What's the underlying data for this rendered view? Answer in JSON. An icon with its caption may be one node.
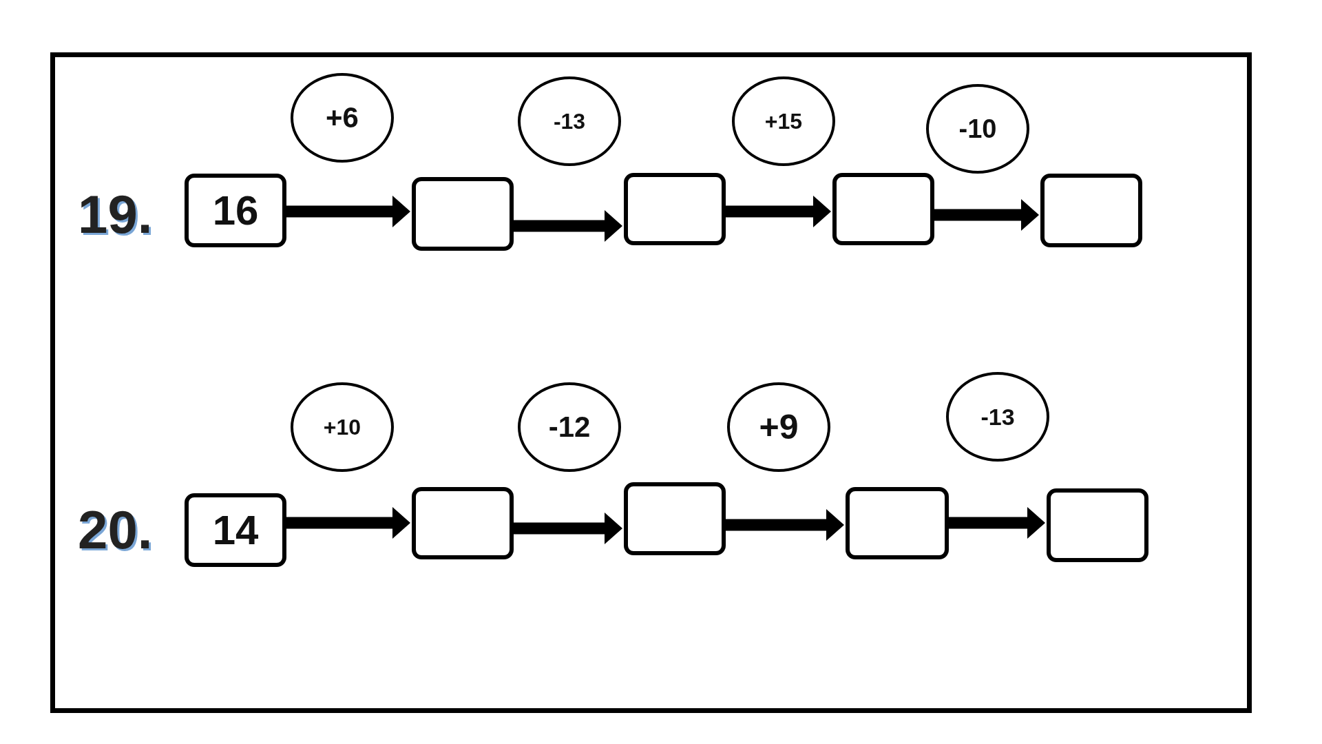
{
  "diagram": {
    "nodes": [
      {
        "text": [
          "16"
        ]
      },
      {
        "text": [
          "+6"
        ]
      },
      {
        "text": [],
        "shape": "box"
      },
      {
        "text": [
          "-13"
        ]
      },
      {
        "text": [],
        "shape": "box"
      },
      {
        "text": [
          "+15"
        ]
      },
      {
        "text": [],
        "shape": "box"
      },
      {
        "text": [
          "-10"
        ]
      },
      {
        "text": [],
        "shape": "box"
      },
      {
        "text": [
          "14"
        ]
      },
      {
        "text": [
          "+10"
        ]
      },
      {
        "text": [],
        "shape": "box"
      },
      {
        "text": [
          "-12"
        ]
      },
      {
        "text": [],
        "shape": "box"
      },
      {
        "text": [
          "+9"
        ]
      },
      {
        "text": [],
        "shape": "box"
      },
      {
        "text": [
          "-13"
        ]
      },
      {
        "text": [],
        "shape": "box"
      }
    ],
    "edges": [
      {
        "from": 0,
        "to": 2,
        "arrow": "to"
      },
      {
        "from": 2,
        "to": 4,
        "arrow": "to"
      },
      {
        "from": 4,
        "to": 6,
        "arrow": "to"
      },
      {
        "from": 6,
        "to": 8,
        "arrow": "to"
      },
      {
        "from": 9,
        "to": 11,
        "arrow": "to"
      },
      {
        "from": 11,
        "to": 13,
        "arrow": "to"
      },
      {
        "from": 13,
        "to": 15,
        "arrow": "to"
      },
      {
        "from": 15,
        "to": 17,
        "arrow": "to"
      }
    ],
    "labels": [
      "19.",
      "20."
    ]
  }
}
